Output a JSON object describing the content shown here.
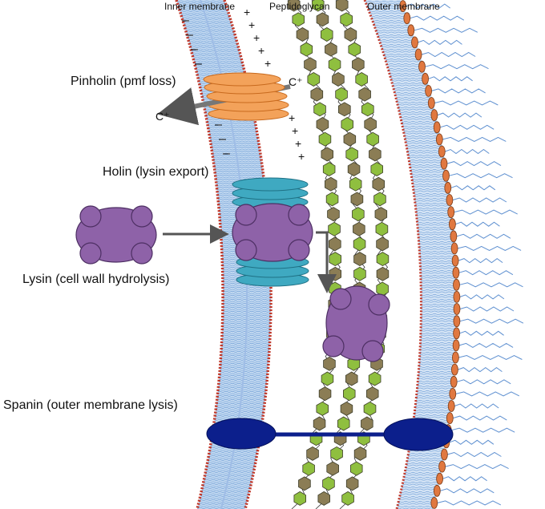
{
  "labels": {
    "inner_membrane": "Inner membrane",
    "peptidoglycan": "Peptidoglycan",
    "outer_membrane": "Outer membrane",
    "pinholin": "Pinholin (pmf loss)",
    "holin": "Holin (lysin export)",
    "lysin": "Lysin (cell wall hydrolysis)",
    "spanin": "Spanin (outer membrane lysis)",
    "ion_in": "C⁺",
    "ion_out": "C⁺"
  },
  "charges": {
    "negative": "–",
    "positive": "+"
  },
  "colors": {
    "membrane_blue": "#a9c8ea",
    "membrane_line": "#6f9fd6",
    "head_red": "#c0392b",
    "pg_olive": "#8b7d55",
    "pg_green": "#8fbf3f",
    "pinholin_orange": "#f3a25a",
    "holin_teal": "#3fa9c1",
    "lysin_purple": "#8e62a8",
    "spanin_navy": "#0c1f8c",
    "outer_orange": "#e07840",
    "arrow_gray": "#666666"
  }
}
